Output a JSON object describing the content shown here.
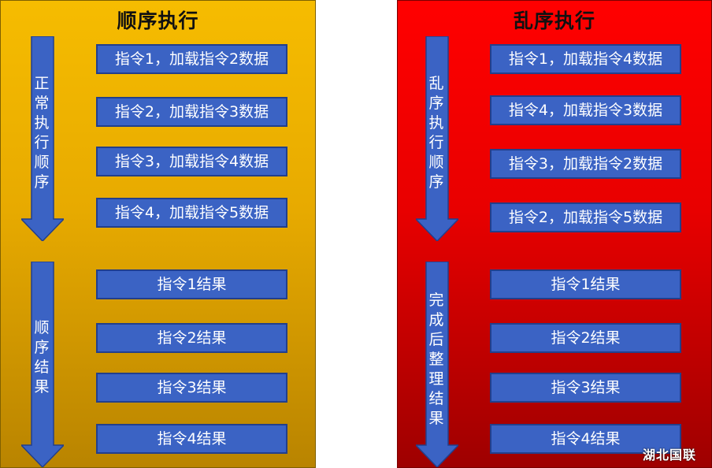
{
  "left": {
    "title": "顺序执行",
    "arrow_top_label": "正常执行顺序",
    "arrow_bottom_label": "顺序结果",
    "instructions": [
      "指令1，加载指令2数据",
      "指令2，加载指令3数据",
      "指令3，加载指令4数据",
      "指令4，加载指令5数据"
    ],
    "results": [
      "指令1结果",
      "指令2结果",
      "指令3结果",
      "指令4结果"
    ]
  },
  "right": {
    "title": "乱序执行",
    "arrow_top_label": "乱序执行顺序",
    "arrow_bottom_label": "完成后整理结果",
    "instructions": [
      "指令1，加载指令4数据",
      "指令4，加载指令3数据",
      "指令3，加载指令2数据",
      "指令2，加载指令5数据"
    ],
    "results": [
      "指令1结果",
      "指令2结果",
      "指令3结果",
      "指令4结果"
    ]
  },
  "watermark": "湖北国联",
  "colors": {
    "left_panel": "#f0b400",
    "right_panel": "#f00000",
    "box_fill": "#3b63c4",
    "box_border": "#223f8c",
    "arrow_fill": "#3b63c4"
  }
}
